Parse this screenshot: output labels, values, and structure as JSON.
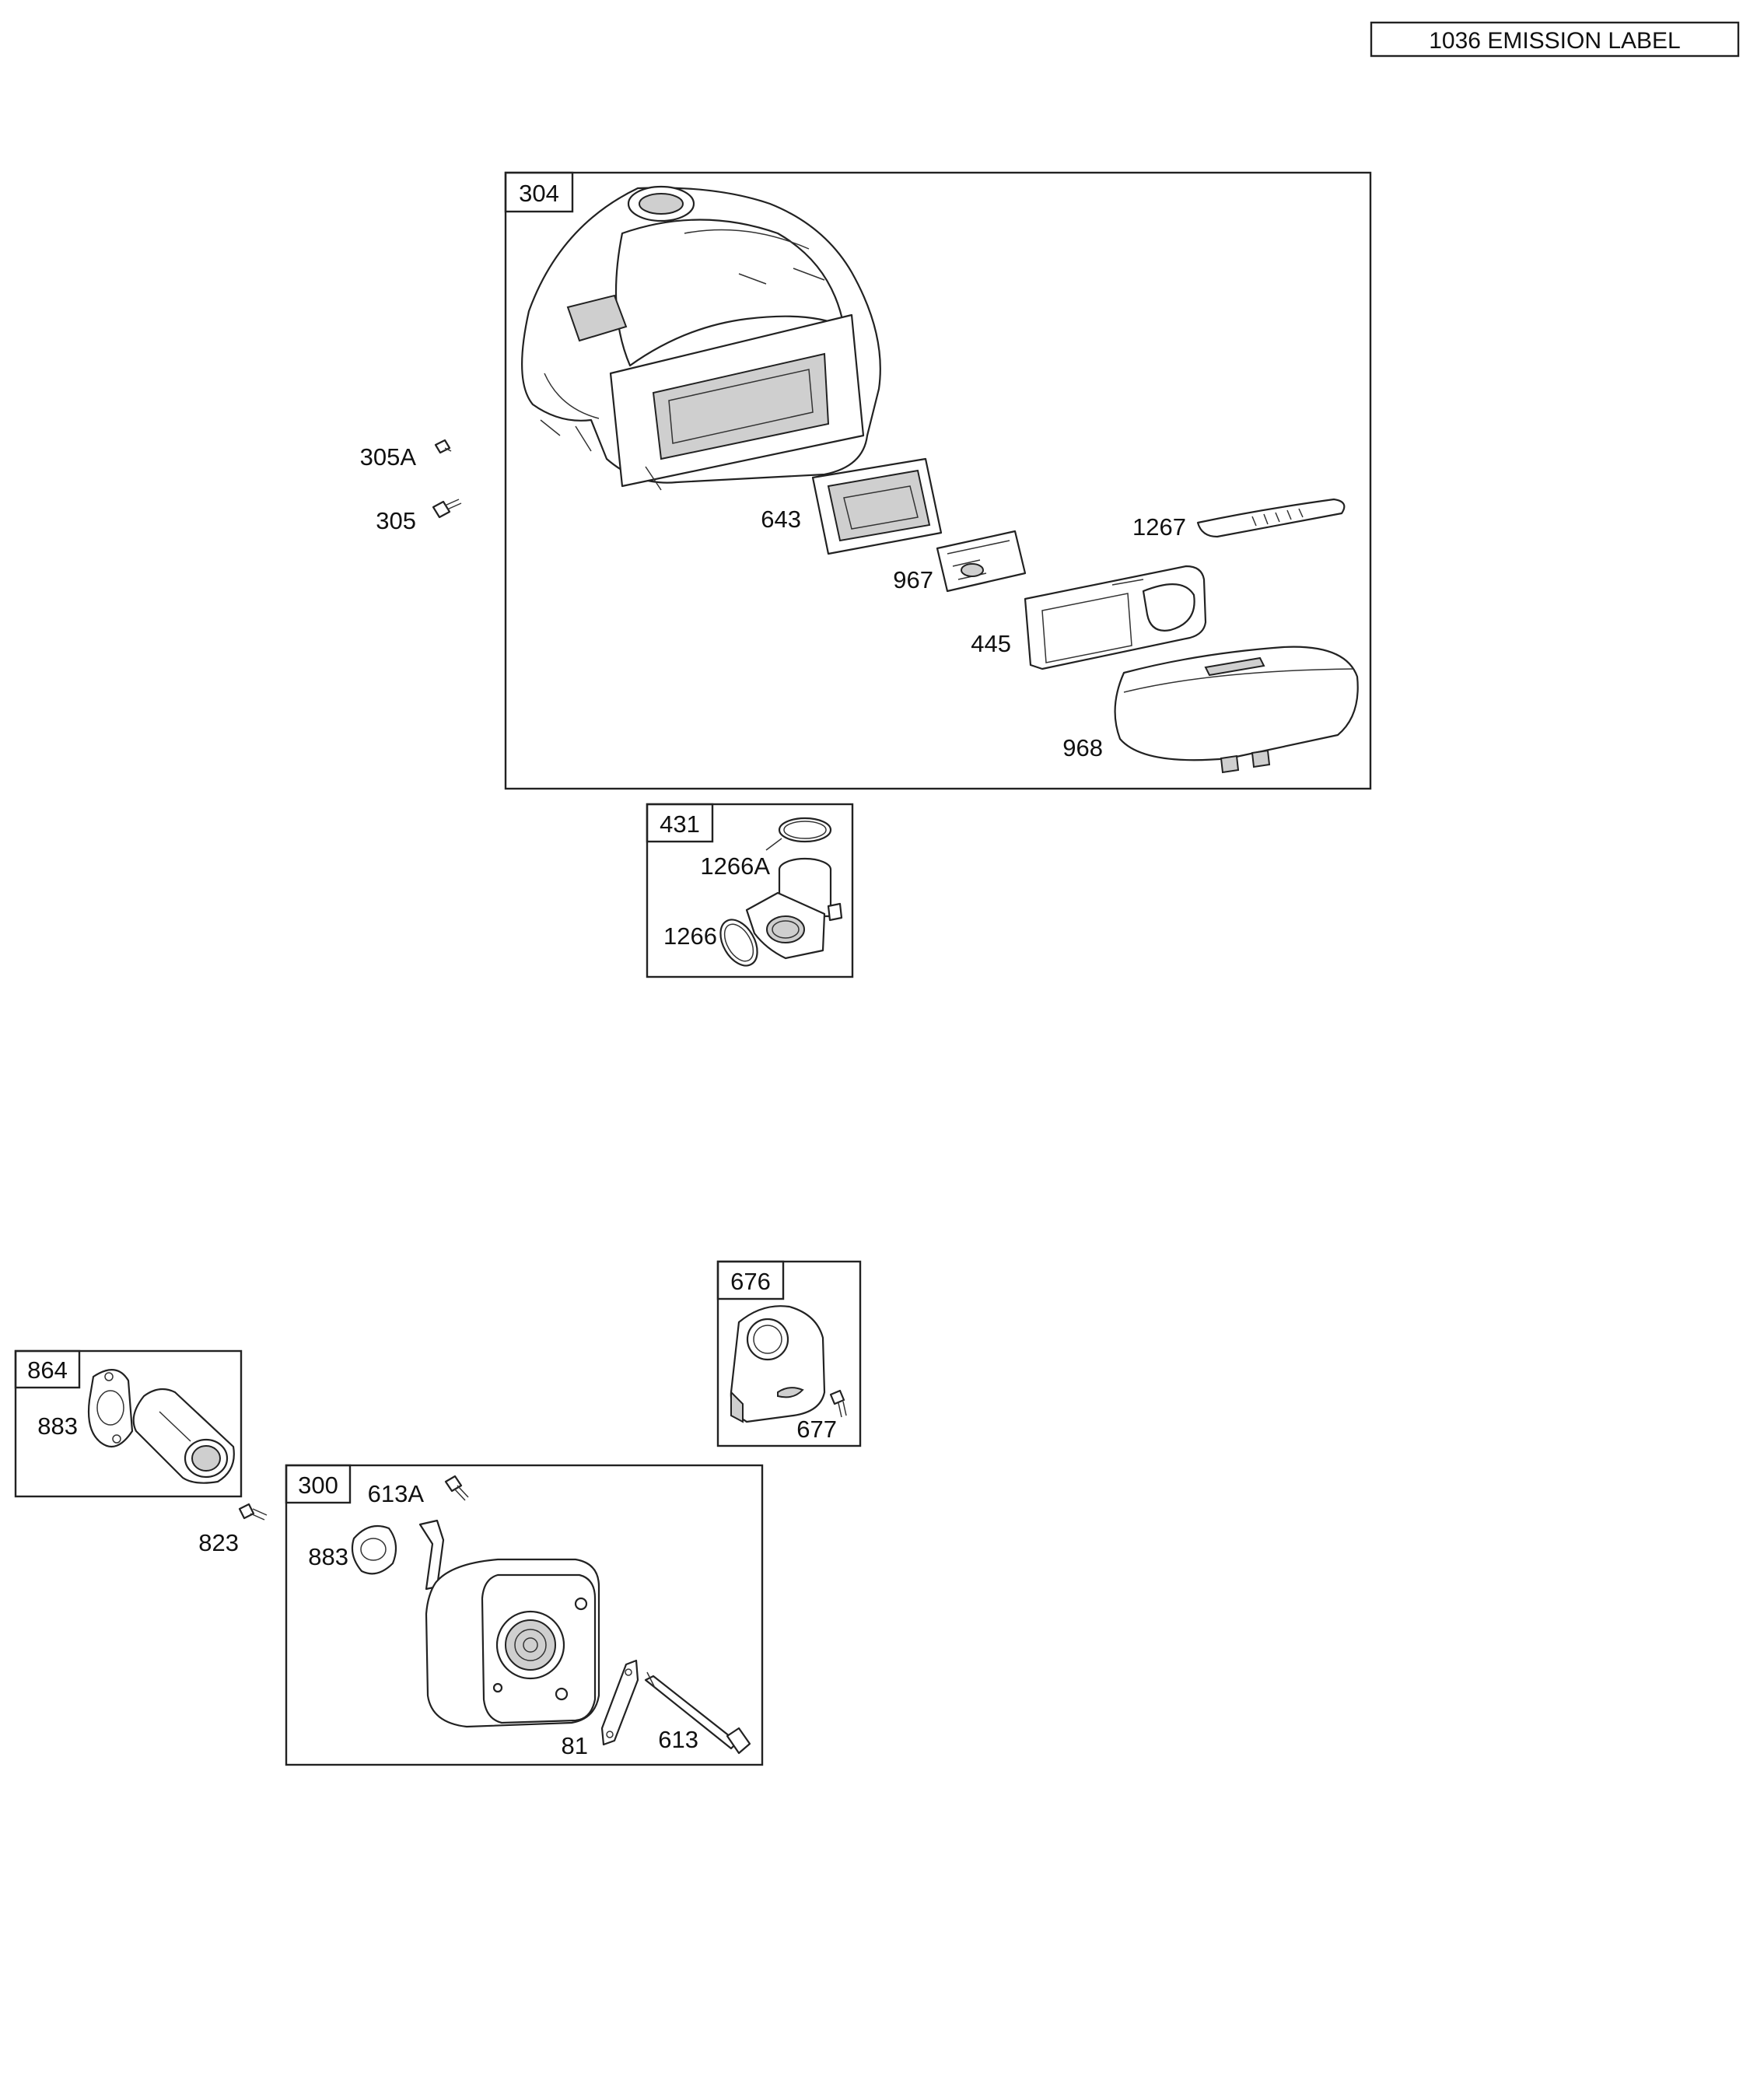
{
  "header": {
    "label": "1036 EMISSION LABEL"
  },
  "groups": [
    {
      "number": "304",
      "parts": [
        {
          "number": "643",
          "kind": "air-guide"
        },
        {
          "number": "967",
          "kind": "label"
        },
        {
          "number": "1267",
          "kind": "handle"
        },
        {
          "number": "445",
          "kind": "air-filter"
        },
        {
          "number": "968",
          "kind": "air-cleaner-cover"
        }
      ]
    },
    {
      "number": "431",
      "parts": [
        {
          "number": "1266A",
          "kind": "o-ring"
        },
        {
          "number": "1266",
          "kind": "gasket"
        }
      ]
    },
    {
      "number": "676",
      "parts": [
        {
          "number": "677",
          "kind": "screw"
        }
      ]
    },
    {
      "number": "864",
      "parts": [
        {
          "number": "883",
          "kind": "gasket"
        }
      ]
    },
    {
      "number": "300",
      "parts": [
        {
          "number": "613A",
          "kind": "screw"
        },
        {
          "number": "883",
          "kind": "gasket"
        },
        {
          "number": "81",
          "kind": "lock-plate"
        },
        {
          "number": "613",
          "kind": "screw"
        }
      ]
    }
  ],
  "loose_parts": [
    {
      "number": "305A",
      "kind": "screw"
    },
    {
      "number": "305",
      "kind": "screw"
    },
    {
      "number": "823",
      "kind": "screw"
    }
  ]
}
